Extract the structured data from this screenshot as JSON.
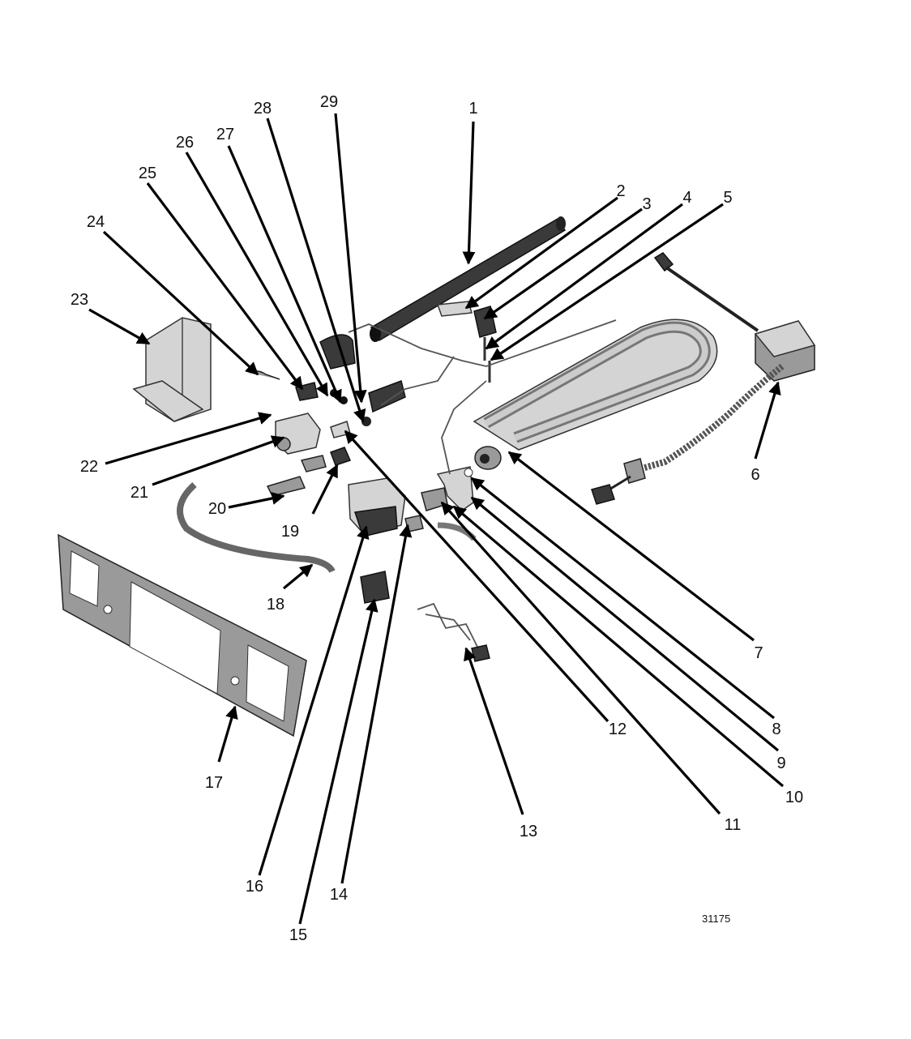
{
  "drawing": {
    "figure_code": "31175",
    "callouts": [
      "1",
      "2",
      "3",
      "4",
      "5",
      "6",
      "7",
      "8",
      "9",
      "10",
      "11",
      "12",
      "13",
      "14",
      "15",
      "16",
      "17",
      "18",
      "19",
      "20",
      "21",
      "22",
      "23",
      "24",
      "25",
      "26",
      "27",
      "28",
      "29"
    ]
  }
}
